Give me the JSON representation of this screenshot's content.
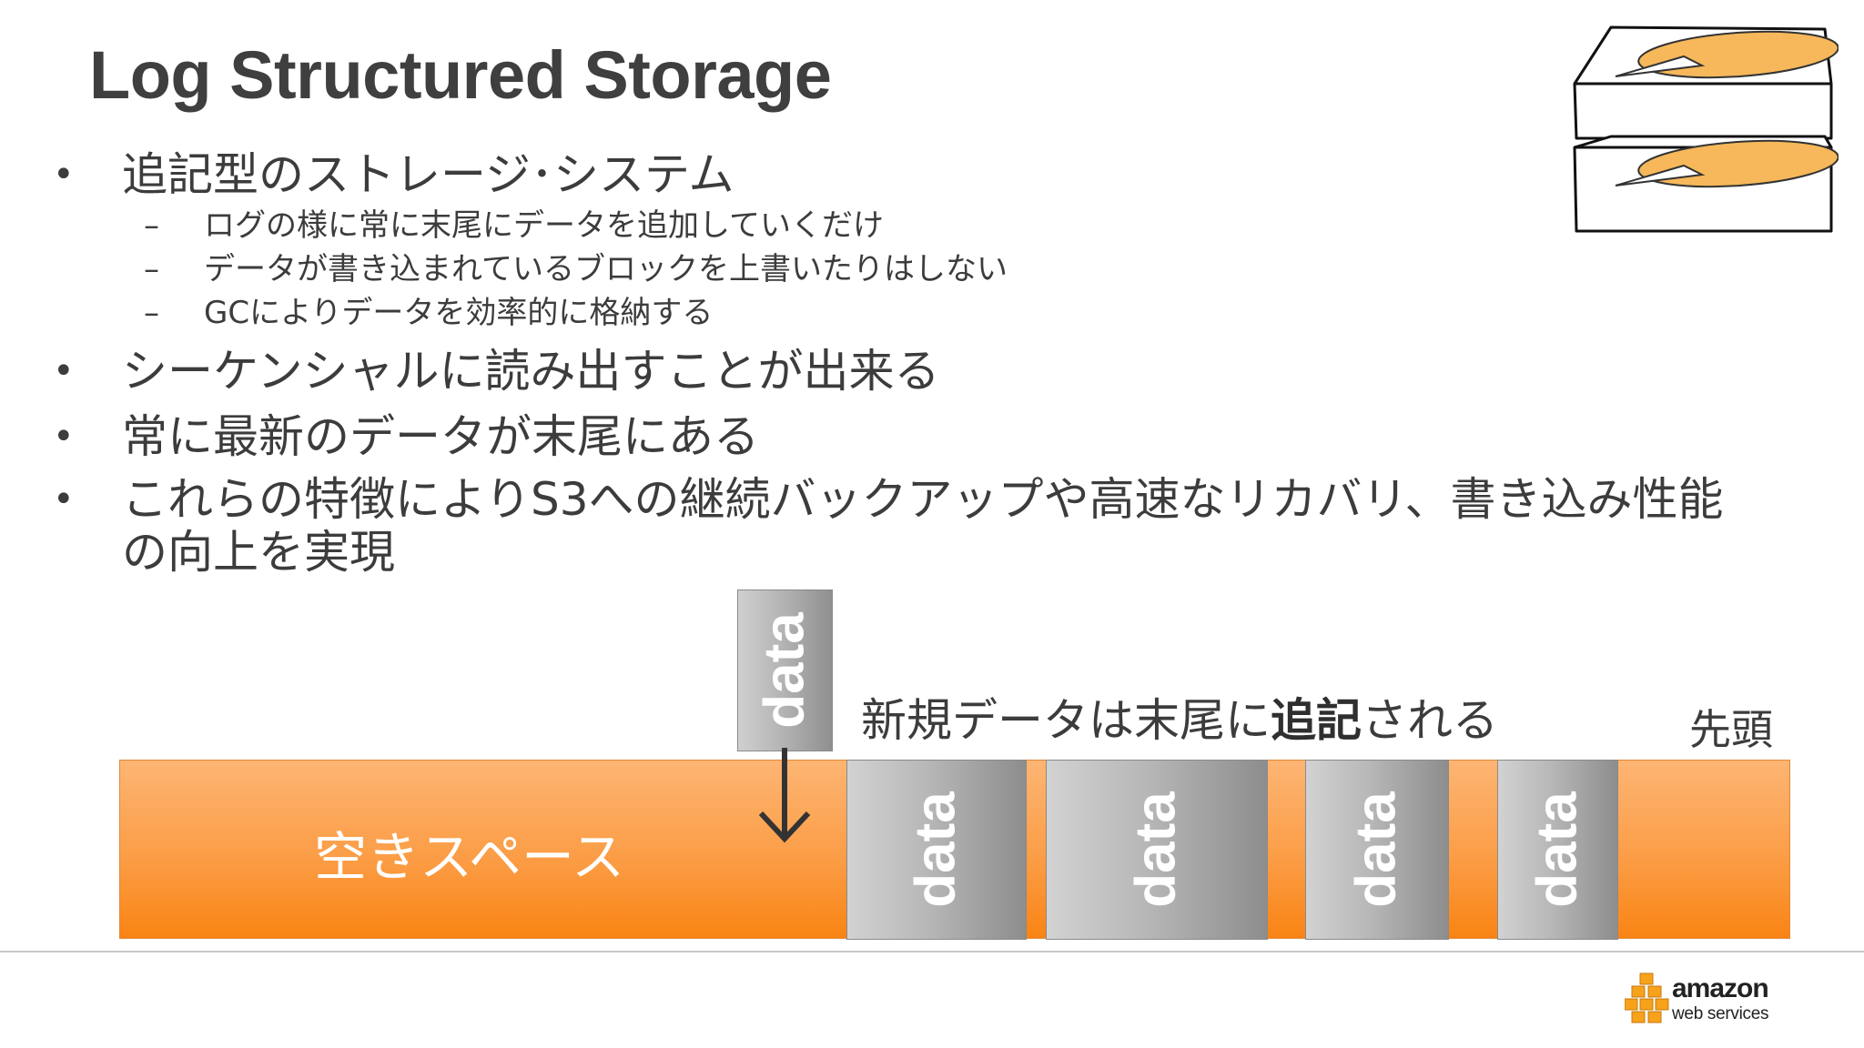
{
  "slide": {
    "title": "Log Structured Storage",
    "bullets": [
      {
        "text": "追記型のストレージ･システム",
        "sub": [
          "ログの様に常に末尾にデータを追加していくだけ",
          "データが書き込まれているブロックを上書いたりはしない",
          "GCによりデータを効率的に格納する"
        ]
      },
      {
        "text": "シーケンシャルに読み出すことが出来る"
      },
      {
        "text": "常に最新のデータが末尾にある"
      },
      {
        "text": "これらの特徴によりS3への継続バックアップや高速なリカバリ、書き込み性能",
        "text2": "の向上を実現"
      }
    ],
    "bullet_glyph": "•",
    "dash_glyph": "–"
  },
  "diagram": {
    "free_space_label": "空きスペース",
    "append_label_pre": "新規データは末尾に",
    "append_label_bold": "追記",
    "append_label_post": "される",
    "head_label": "先頭",
    "incoming_block_label": "data",
    "blocks": [
      "data",
      "data",
      "data",
      "data"
    ],
    "colors": {
      "free_space": "#f98414",
      "block": "#b7b7b7"
    }
  },
  "logo": {
    "line1": "amazon",
    "line2": "web services",
    "color": "#f7a21b"
  }
}
